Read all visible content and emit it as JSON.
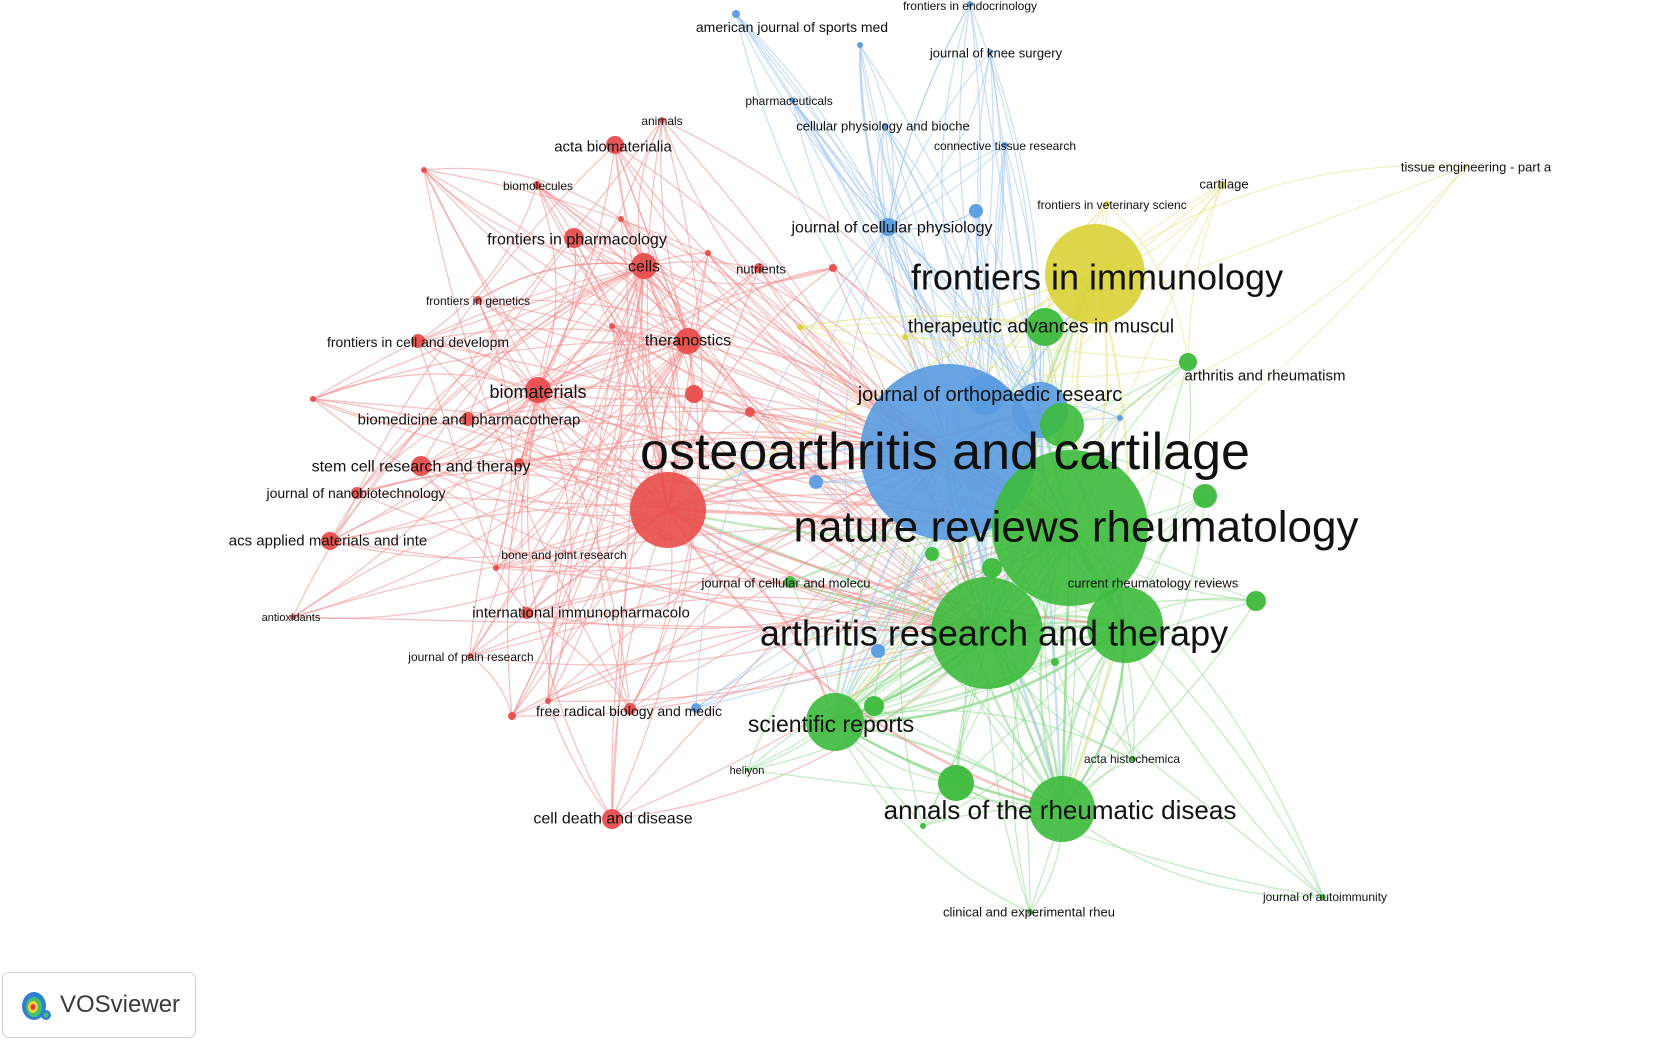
{
  "colors": {
    "clusters": {
      "red": "#e84d4d",
      "green": "#3cba3c",
      "blue": "#5a9be0",
      "yellow": "#d9d236"
    },
    "edges": {
      "red": "#f08a8a",
      "green": "#8ed88e",
      "blue": "#9ec4ee",
      "yellow": "#e6e38a"
    },
    "label": "#111111"
  },
  "badge": {
    "label": "VOSviewer",
    "icon": "vosviewer-logo-icon"
  },
  "network": {
    "nodes": [
      {
        "id": "oac",
        "label": "osteoarthritis and cartilage",
        "cluster": "blue",
        "weight": 100
      },
      {
        "id": "nrr",
        "label": "nature reviews rheumatology",
        "cluster": "green",
        "weight": 92
      },
      {
        "id": "art",
        "label": "arthritis research and therapy",
        "cluster": "green",
        "weight": 66
      },
      {
        "id": "fim",
        "label": "frontiers in immunology",
        "cluster": "yellow",
        "weight": 50
      },
      {
        "id": "ard",
        "label": "annals of the rheumatic diseas",
        "cluster": "green",
        "weight": 42
      },
      {
        "id": "sr",
        "label": "scientific reports",
        "cluster": "green",
        "weight": 32
      },
      {
        "id": "jor",
        "label": "journal of orthopaedic researc",
        "cluster": "blue",
        "weight": 38
      },
      {
        "id": "ijm",
        "label": "",
        "cluster": "red",
        "weight": 50
      },
      {
        "id": "crr",
        "label": "current rheumatology reviews",
        "cluster": "green",
        "weight": 24
      },
      {
        "id": "tam",
        "label": "therapeutic advances in muscul",
        "cluster": "green",
        "weight": 16
      },
      {
        "id": "bio",
        "label": "biomaterials",
        "cluster": "red",
        "weight": 17
      },
      {
        "id": "the",
        "label": "theranostics",
        "cluster": "red",
        "weight": 13
      },
      {
        "id": "cel",
        "label": "cells",
        "cluster": "red",
        "weight": 12
      },
      {
        "id": "fip",
        "label": "frontiers in pharmacology",
        "cluster": "red",
        "weight": 11
      },
      {
        "id": "jcp",
        "label": "journal of cellular physiology",
        "cluster": "blue",
        "weight": 11
      },
      {
        "id": "ab",
        "label": "acta biomaterialia",
        "cluster": "red",
        "weight": 9
      },
      {
        "id": "scr",
        "label": "stem cell research and therapy",
        "cluster": "red",
        "weight": 10
      },
      {
        "id": "cdd",
        "label": "cell death and disease",
        "cluster": "red",
        "weight": 9
      },
      {
        "id": "ar",
        "label": "arthritis and rheumatism",
        "cluster": "green",
        "weight": 8
      },
      {
        "id": "acs",
        "label": "acs applied materials and inte",
        "cluster": "red",
        "weight": 7
      },
      {
        "id": "fcd",
        "label": "frontiers in cell and developm",
        "cluster": "red",
        "weight": 6
      },
      {
        "id": "bmp",
        "label": "biomedicine and pharmacotherap",
        "cluster": "red",
        "weight": 7
      },
      {
        "id": "jnb",
        "label": "journal of nanobiotechnology",
        "cluster": "red",
        "weight": 5
      },
      {
        "id": "iip",
        "label": "international immunopharmacolo",
        "cluster": "red",
        "weight": 5
      },
      {
        "id": "frb",
        "label": "free radical biology and medic",
        "cluster": "red",
        "weight": 5
      },
      {
        "id": "jcm",
        "label": "journal of cellular and molecu",
        "cluster": "green",
        "weight": 6
      },
      {
        "id": "nut",
        "label": "nutrients",
        "cluster": "red",
        "weight": 5
      },
      {
        "id": "fig",
        "label": "frontiers in genetics",
        "cluster": "red",
        "weight": 4
      },
      {
        "id": "bm",
        "label": "biomolecules",
        "cluster": "red",
        "weight": 4
      },
      {
        "id": "ani",
        "label": "animals",
        "cluster": "red",
        "weight": 3
      },
      {
        "id": "bjr",
        "label": "bone and joint research",
        "cluster": "red",
        "weight": 4
      },
      {
        "id": "jpr",
        "label": "journal of pain research",
        "cluster": "red",
        "weight": 3
      },
      {
        "id": "ant",
        "label": "antioxidants",
        "cluster": "red",
        "weight": 3
      },
      {
        "id": "ams",
        "label": "american journal of sports med",
        "cluster": "blue",
        "weight": 4
      },
      {
        "id": "fie",
        "label": "frontiers in endocrinology",
        "cluster": "blue",
        "weight": 3
      },
      {
        "id": "jks",
        "label": "journal of knee surgery",
        "cluster": "blue",
        "weight": 3
      },
      {
        "id": "pha",
        "label": "pharmaceuticals",
        "cluster": "blue",
        "weight": 3
      },
      {
        "id": "cpb",
        "label": "cellular physiology and bioche",
        "cluster": "blue",
        "weight": 4
      },
      {
        "id": "ctr",
        "label": "connective tissue research",
        "cluster": "blue",
        "weight": 4
      },
      {
        "id": "fvs",
        "label": "frontiers in veterinary scienc",
        "cluster": "yellow",
        "weight": 3
      },
      {
        "id": "car",
        "label": "cartilage",
        "cluster": "yellow",
        "weight": 4
      },
      {
        "id": "tep",
        "label": "tissue engineering - part a",
        "cluster": "yellow",
        "weight": 2
      },
      {
        "id": "hel",
        "label": "heliyon",
        "cluster": "green",
        "weight": 2
      },
      {
        "id": "ah",
        "label": "acta histochemica",
        "cluster": "green",
        "weight": 3
      },
      {
        "id": "cer",
        "label": "clinical and experimental rheu",
        "cluster": "green",
        "weight": 3
      },
      {
        "id": "jau",
        "label": "journal of autoimmunity",
        "cluster": "green",
        "weight": 3
      },
      {
        "id": "x1",
        "label": "",
        "cluster": "red",
        "weight": 6
      },
      {
        "id": "x2",
        "label": "",
        "cluster": "red",
        "weight": 3
      },
      {
        "id": "x3",
        "label": "",
        "cluster": "red",
        "weight": 2
      },
      {
        "id": "x4",
        "label": "",
        "cluster": "red",
        "weight": 2
      },
      {
        "id": "x5",
        "label": "",
        "cluster": "red",
        "weight": 2
      },
      {
        "id": "x6",
        "label": "",
        "cluster": "red",
        "weight": 2
      },
      {
        "id": "x7",
        "label": "",
        "cluster": "red",
        "weight": 2
      },
      {
        "id": "x8",
        "label": "",
        "cluster": "red",
        "weight": 2
      },
      {
        "id": "x9",
        "label": "",
        "cluster": "red",
        "weight": 2
      },
      {
        "id": "x10",
        "label": "",
        "cluster": "red",
        "weight": 2
      },
      {
        "id": "x11",
        "label": "",
        "cluster": "red",
        "weight": 3
      },
      {
        "id": "x12",
        "label": "",
        "cluster": "green",
        "weight": 9
      },
      {
        "id": "x13",
        "label": "",
        "cluster": "green",
        "weight": 8
      },
      {
        "id": "x14",
        "label": "",
        "cluster": "green",
        "weight": 9
      },
      {
        "id": "x15",
        "label": "",
        "cluster": "green",
        "weight": 6
      },
      {
        "id": "x16",
        "label": "",
        "cluster": "green",
        "weight": 6
      },
      {
        "id": "x17",
        "label": "",
        "cluster": "green",
        "weight": 5
      },
      {
        "id": "x18",
        "label": "",
        "cluster": "green",
        "weight": 5
      },
      {
        "id": "x19",
        "label": "",
        "cluster": "green",
        "weight": 3
      },
      {
        "id": "x20",
        "label": "",
        "cluster": "green",
        "weight": 2
      },
      {
        "id": "x21",
        "label": "",
        "cluster": "blue",
        "weight": 9
      },
      {
        "id": "x22",
        "label": "",
        "cluster": "blue",
        "weight": 5
      },
      {
        "id": "x23",
        "label": "",
        "cluster": "blue",
        "weight": 5
      },
      {
        "id": "x24",
        "label": "",
        "cluster": "blue",
        "weight": 5
      },
      {
        "id": "x25",
        "label": "",
        "cluster": "blue",
        "weight": 4
      },
      {
        "id": "x26",
        "label": "",
        "cluster": "blue",
        "weight": 3
      },
      {
        "id": "x27",
        "label": "",
        "cluster": "blue",
        "weight": 2
      },
      {
        "id": "x28",
        "label": "",
        "cluster": "yellow",
        "weight": 2
      },
      {
        "id": "x29",
        "label": "",
        "cluster": "yellow",
        "weight": 2
      }
    ]
  }
}
